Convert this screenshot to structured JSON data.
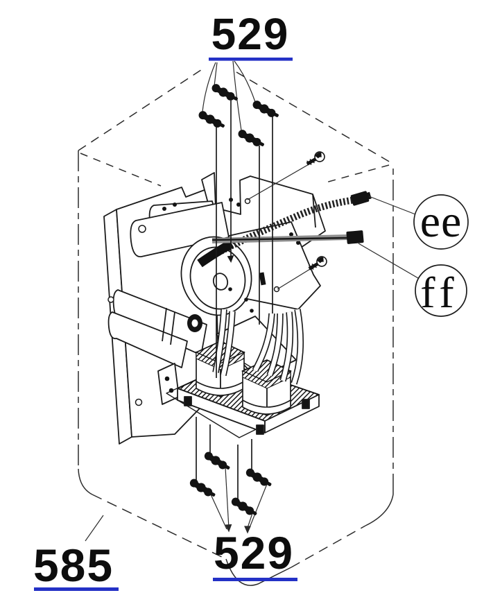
{
  "figure": {
    "type": "exploded-parts-diagram",
    "background": "#ffffff",
    "line_color": "#1b1b1b",
    "underline_color": "#2431c6",
    "cable_gray": "#8f8f8f",
    "part_labels": {
      "top_screws": "529",
      "bottom_screws": "529",
      "enclosure": "585",
      "connector_upper": "ee",
      "connector_lower": "ff"
    },
    "icons": [
      "screw-icon",
      "pan-head-screw-icon",
      "connector-plug-icon",
      "ribbon-cable",
      "phantom-enclosure-outline"
    ]
  }
}
